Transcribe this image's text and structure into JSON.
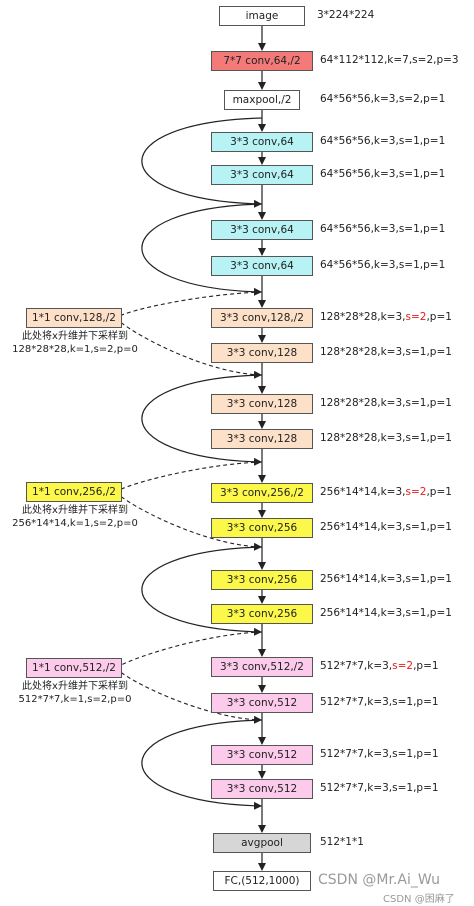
{
  "layers": [
    {
      "label": "image",
      "color": "#ffffff",
      "spec": "3*224*224"
    },
    {
      "label": "7*7 conv,64,/2",
      "color": "#f47a7a",
      "spec": "64*112*112,k=7,s=2,p=3"
    },
    {
      "label": "maxpool,/2",
      "color": "#ffffff",
      "spec": "64*56*56,k=3,s=2,p=1"
    },
    {
      "label": "3*3 conv,64",
      "color": "#b7f2f5",
      "spec": "64*56*56,k=3,s=1,p=1"
    },
    {
      "label": "3*3 conv,64",
      "color": "#b7f2f5",
      "spec": "64*56*56,k=3,s=1,p=1"
    },
    {
      "label": "3*3 conv,64",
      "color": "#b7f2f5",
      "spec": "64*56*56,k=3,s=1,p=1"
    },
    {
      "label": "3*3 conv,64",
      "color": "#b7f2f5",
      "spec": "64*56*56,k=3,s=1,p=1"
    },
    {
      "label": "3*3 conv,128,/2",
      "color": "#fde0c8",
      "spec": "128*28*28,k=3,",
      "spec_red": "s=2",
      "spec_tail": ",p=1"
    },
    {
      "label": "3*3 conv,128",
      "color": "#fde0c8",
      "spec": "128*28*28,k=3,s=1,p=1"
    },
    {
      "label": "3*3 conv,128",
      "color": "#fde0c8",
      "spec": "128*28*28,k=3,s=1,p=1"
    },
    {
      "label": "3*3 conv,128",
      "color": "#fde0c8",
      "spec": "128*28*28,k=3,s=1,p=1"
    },
    {
      "label": "3*3 conv,256,/2",
      "color": "#fbf84a",
      "spec": "256*14*14,k=3,",
      "spec_red": "s=2",
      "spec_tail": ",p=1"
    },
    {
      "label": "3*3 conv,256",
      "color": "#fbf84a",
      "spec": "256*14*14,k=3,s=1,p=1"
    },
    {
      "label": "3*3 conv,256",
      "color": "#fbf84a",
      "spec": "256*14*14,k=3,s=1,p=1"
    },
    {
      "label": "3*3 conv,256",
      "color": "#fbf84a",
      "spec": "256*14*14,k=3,s=1,p=1"
    },
    {
      "label": "3*3 conv,512,/2",
      "color": "#fccaea",
      "spec": "512*7*7,k=3,",
      "spec_red": "s=2",
      "spec_tail": ",p=1"
    },
    {
      "label": "3*3 conv,512",
      "color": "#fccaea",
      "spec": "512*7*7,k=3,s=1,p=1"
    },
    {
      "label": "3*3 conv,512",
      "color": "#fccaea",
      "spec": "512*7*7,k=3,s=1,p=1"
    },
    {
      "label": "3*3 conv,512",
      "color": "#fccaea",
      "spec": "512*7*7,k=3,s=1,p=1"
    },
    {
      "label": "avgpool",
      "color": "#d6d6d6",
      "spec": "512*1*1"
    },
    {
      "label": "FC,(512,1000)",
      "color": "#ffffff",
      "spec": ""
    }
  ],
  "shortcuts": [
    {
      "label": "1*1 conv,128,/2",
      "color": "#fde0c8",
      "note1": "此处将x升维并下采样到",
      "note2": "128*28*28,k=1,s=2,p=0"
    },
    {
      "label": "1*1 conv,256,/2",
      "color": "#fbf84a",
      "note1": "此处将x升维并下采样到",
      "note2": "256*14*14,k=1,s=2,p=0"
    },
    {
      "label": "1*1 conv,512,/2",
      "color": "#fccaea",
      "note1": "此处将x升维并下采样到",
      "note2": "512*7*7,k=1,s=2,p=0"
    }
  ],
  "watermark": {
    "main": "CSDN @Mr.Ai_Wu",
    "small": "CSDN @困麻了"
  }
}
